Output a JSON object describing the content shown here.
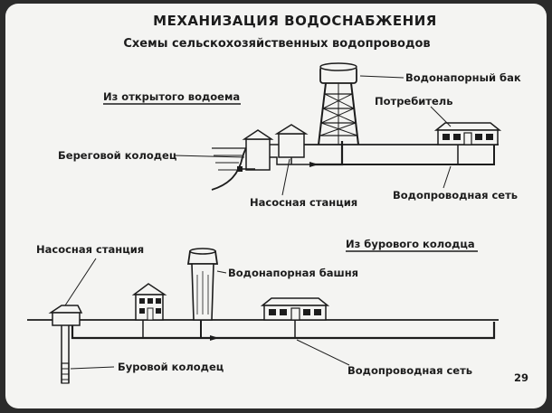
{
  "title": "МЕХАНИЗАЦИЯ ВОДОСНАБЖЕНИЯ",
  "subtitle": "Схемы сельскохозяйственных водопроводов",
  "page_number": "29",
  "scheme_top": {
    "heading": "Из открытого водоема",
    "labels": {
      "tank": "Водонапорный бак",
      "consumer": "Потребитель",
      "shore_well": "Береговой колодец",
      "pump_station": "Насосная станция",
      "network": "Водопроводная сеть"
    }
  },
  "scheme_bottom": {
    "heading": "Из бурового колодца",
    "labels": {
      "pump_station": "Насосная станция",
      "tower": "Водонапорная башня",
      "borehole": "Буровой колодец",
      "network": "Водопроводная сеть"
    }
  }
}
